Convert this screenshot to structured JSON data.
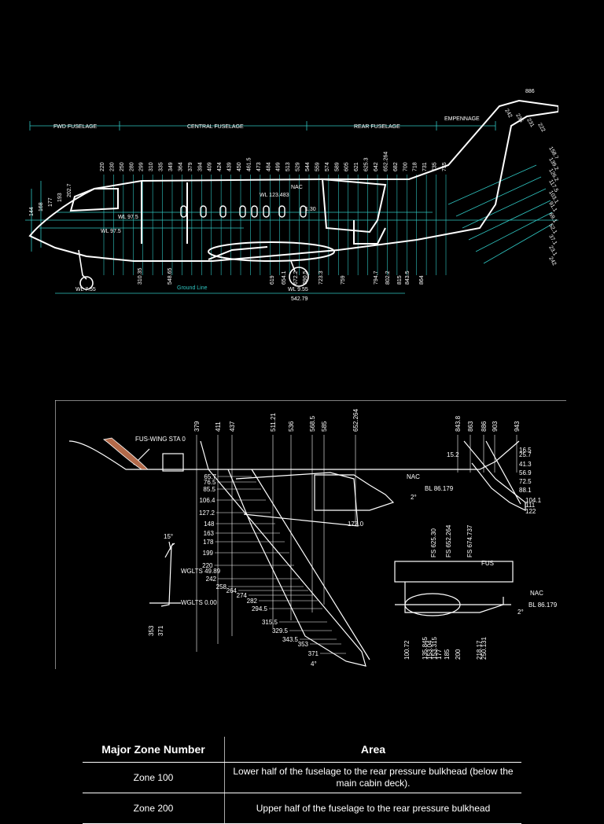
{
  "side_view": {
    "section_labels": [
      "FWD FUSELAGE",
      "CENTRAL FUSELAGE",
      "REAR FUSELAGE",
      "EMPENNAGE"
    ],
    "top_stations": [
      "220",
      "230",
      "250",
      "280",
      "299",
      "310",
      "335",
      "349",
      "364",
      "379",
      "394",
      "409",
      "424",
      "439",
      "450",
      "461.5",
      "473",
      "484",
      "499",
      "513",
      "529",
      "544",
      "559",
      "574",
      "589",
      "605",
      "621",
      "625.3",
      "642",
      "652.264",
      "682",
      "700",
      "718",
      "731",
      "735",
      "755"
    ],
    "left_stations": [
      "144",
      "168",
      "177",
      "193",
      "202.7"
    ],
    "tail_top": "886",
    "tail_stations": [
      "242",
      "235",
      "231",
      "222",
      "158.7",
      "139.2",
      "126.2",
      "117.5",
      "103.1",
      "91.1",
      "69.1",
      "52.1",
      "37.1",
      "23.1",
      "242"
    ],
    "bottom_stations": [
      "310.35",
      "548.65",
      "619",
      "654.1",
      "672.2",
      "690.5",
      "723.3",
      "759",
      "794.7",
      "802.2",
      "815",
      "843.5",
      "864"
    ],
    "labels": {
      "wl_97_5_a": "WL 97.5",
      "wl_97_5_b": "WL 97.5",
      "wl_123": "WL 123.483",
      "nac": "NAC",
      "angle_130": "1.30",
      "wl_7_55": "WL 7.55",
      "wl_9_55": "WL 9.55",
      "ground_line": "Ground Line",
      "station_542": "542.79"
    }
  },
  "wing_view": {
    "top_stations": [
      "379",
      "411",
      "437",
      "511.21",
      "536",
      "568.5",
      "585",
      "652.264",
      "843.8",
      "863",
      "886",
      "903",
      "943"
    ],
    "fus_wing": "FUS-WING STA 0",
    "span_stations": [
      "65.7",
      "76.5",
      "85.5",
      "106.4",
      "127.2",
      "148",
      "163",
      "178",
      "199",
      "220",
      "242",
      "258",
      "264",
      "274",
      "282",
      "294.5",
      "315.5",
      "329.5",
      "343.5",
      "353",
      "371"
    ],
    "tail_stations": [
      "16.5",
      "25.7",
      "41.3",
      "56.9",
      "72.5",
      "88.1",
      "104.1",
      "111",
      "122"
    ],
    "tail_15_2": "15.2",
    "nac_label": "NAC",
    "bl_label": "BL 86.179",
    "angle_2": "2°",
    "dim_177": "177.0",
    "winglet": {
      "angle": "15°",
      "wglts_1": "WGLTS 49.89",
      "wglts_2": "WGLTS 0.00",
      "s1": "353",
      "s2": "371"
    },
    "wing_tip_angle": "4°",
    "nacelle": {
      "fs_labels": [
        "FS 625.30",
        "FS 652.264",
        "FS 674.737"
      ],
      "fus_label": "FUS",
      "nac_label": "NAC",
      "bl_label": "BL 86.179",
      "angle": "2°",
      "bottom": [
        "100.72",
        "135.845",
        "153.04",
        "153.315",
        "177",
        "185",
        "200",
        "218.17",
        "250.131"
      ]
    }
  },
  "table": {
    "headers": [
      "Major Zone Number",
      "Area"
    ],
    "rows": [
      {
        "zone": "Zone 100",
        "area": "Lower half of the fuselage to the rear pressure bulkhead (below the main cabin deck)."
      },
      {
        "zone": "Zone 200",
        "area": "Upper half of the fuselage to the rear pressure bulkhead"
      }
    ]
  },
  "colors": {
    "line": "#ffffff",
    "dim": "#2fc6c2",
    "background": "#000000",
    "wing_accent": "#b36a4a"
  }
}
